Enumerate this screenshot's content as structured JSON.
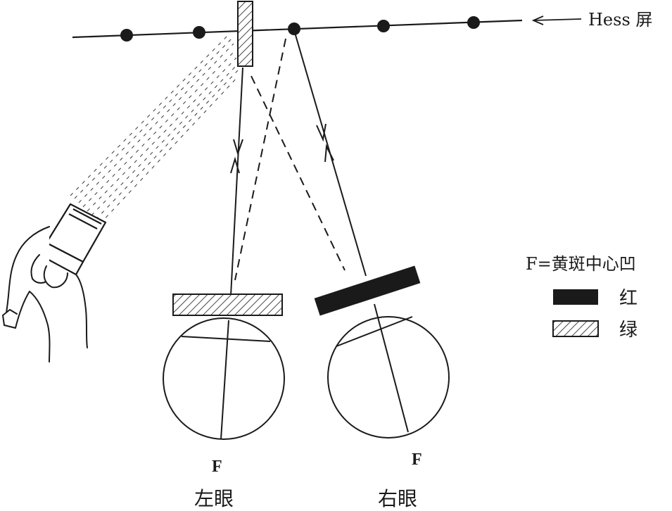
{
  "screen_label": "Hess 屏",
  "legend": {
    "heading": "F=黄斑中心凹",
    "red_label": "红",
    "green_label": "绿"
  },
  "left_eye": {
    "fovea_label": "F",
    "name": "左眼"
  },
  "right_eye": {
    "fovea_label": "F",
    "name": "右眼"
  },
  "colors": {
    "ink": "#1a1a1a",
    "background": "#ffffff"
  },
  "icons": [
    "torch-icon",
    "hand-icon",
    "red-filter-swatch",
    "green-filter-swatch"
  ]
}
